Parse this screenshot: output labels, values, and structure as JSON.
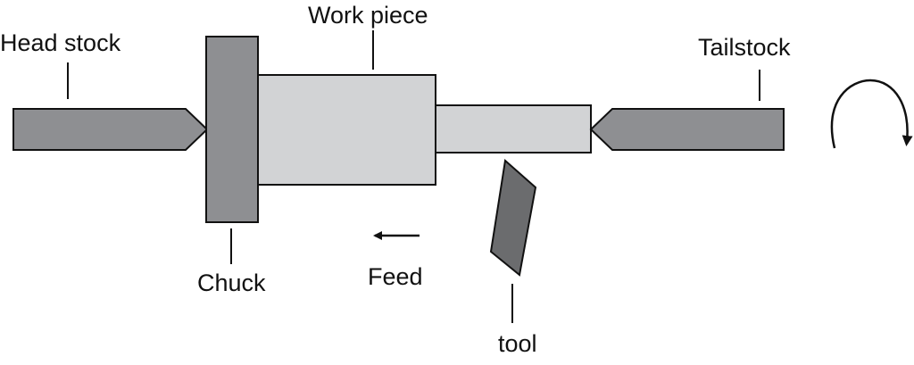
{
  "labels": {
    "head_stock": "Head stock",
    "work_piece": "Work piece",
    "tailstock": "Tailstock",
    "chuck": "Chuck",
    "feed": "Feed",
    "tool": "tool"
  },
  "colors": {
    "head_stock": "#8e8f92",
    "chuck": "#8e8f92",
    "work_piece": "#d2d3d5",
    "tailstock": "#8e8f92",
    "tool": "#6b6c6e",
    "line": "#111111"
  },
  "icons": {
    "feed_arrow": "left-arrow-icon",
    "rotation": "clockwise-rotation-icon"
  }
}
